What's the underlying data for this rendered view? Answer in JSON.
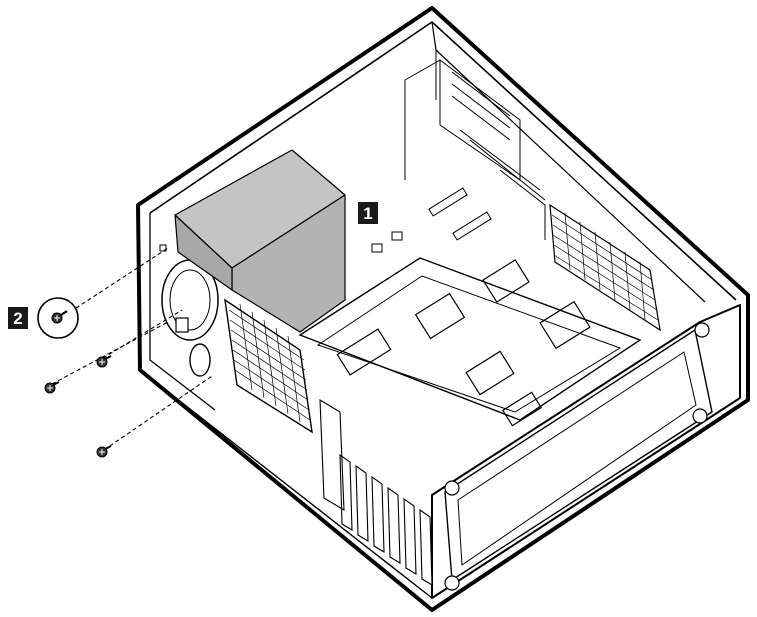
{
  "diagram": {
    "callouts": [
      {
        "label": "1",
        "refers_to": "power-supply"
      },
      {
        "label": "2",
        "refers_to": "screw"
      }
    ],
    "screw_count": 4,
    "colors": {
      "outline": "#000000",
      "psu_fill": "#bdbdbd",
      "psu_fill_dark": "#a9a9a9",
      "callout_bg": "#1a1a1a",
      "callout_text": "#ffffff",
      "background": "#ffffff"
    }
  }
}
